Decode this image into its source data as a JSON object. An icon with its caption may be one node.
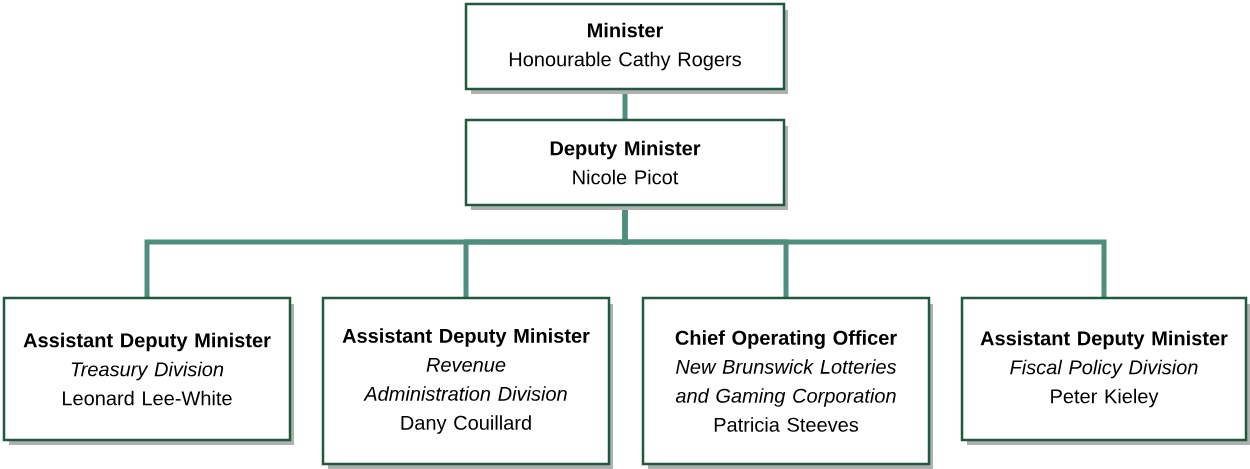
{
  "diagram": {
    "nodes": [
      {
        "text": [
          "Minister",
          "Honourable Cathy Rogers"
        ]
      },
      {
        "text": [
          "Deputy Minister",
          "Nicole Picot"
        ]
      },
      {
        "text": [
          "Assistant Deputy Minister",
          "Treasury Division",
          "Leonard Lee-White"
        ]
      },
      {
        "text": [
          "Assistant Deputy Minister",
          "Revenue Administration Division",
          "Dany Couillard"
        ]
      },
      {
        "text": [
          "Chief Operating Officer",
          "New Brunswick Lotteries and Gaming Corporation",
          "Patricia Steeves"
        ]
      },
      {
        "text": [
          "Assistant Deputy Minister",
          "Fiscal Policy Division",
          "Peter Kieley"
        ]
      }
    ],
    "edges": [
      {
        "from": 0,
        "to": 1,
        "arrow": "none"
      },
      {
        "from": 1,
        "to": 2,
        "arrow": "none"
      },
      {
        "from": 1,
        "to": 3,
        "arrow": "none"
      },
      {
        "from": 1,
        "to": 4,
        "arrow": "none"
      },
      {
        "from": 1,
        "to": 5,
        "arrow": "none"
      }
    ]
  }
}
